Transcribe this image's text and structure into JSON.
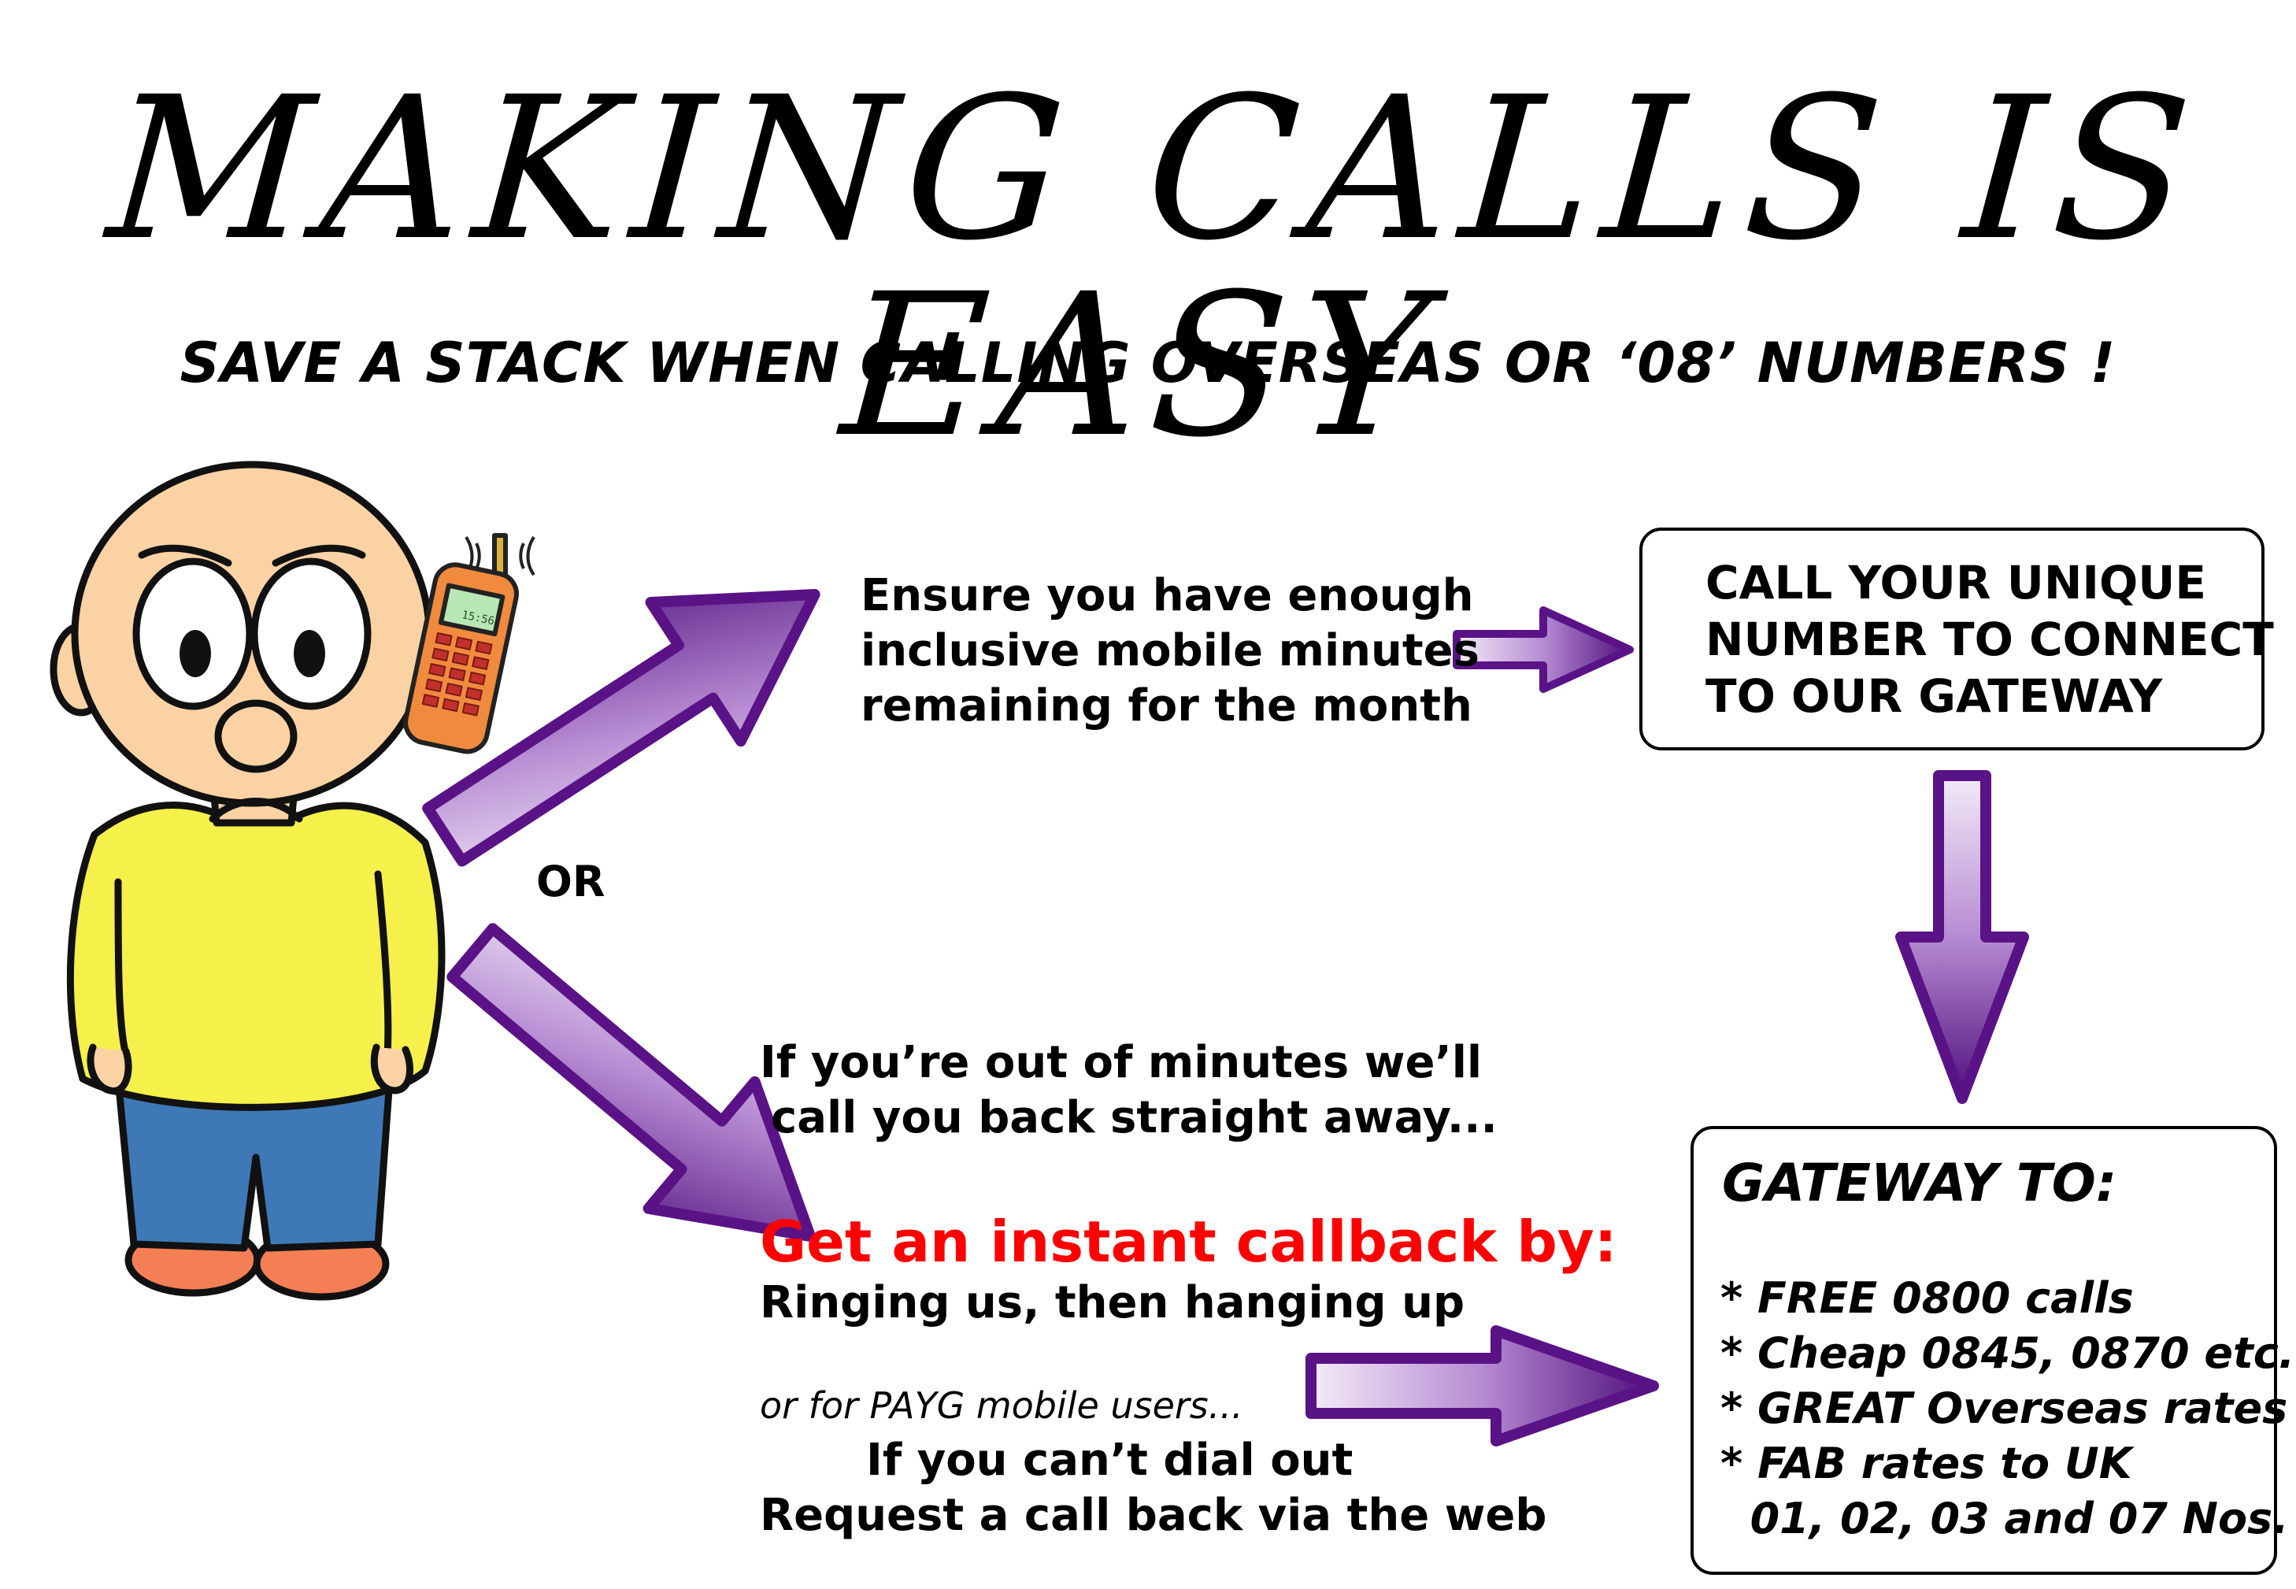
{
  "title": "MAKING CALLS IS EASY",
  "subtitle": "SAVE A STACK WHEN CALLING OVERSEAS OR ‘08’ NUMBERS !",
  "ensure_text": [
    "Ensure you have enough",
    "inclusive mobile minutes",
    "remaining for the month"
  ],
  "or_label": "OR",
  "out_of_minutes": [
    "If you’re out of minutes we’ll",
    "call you back straight away..."
  ],
  "instant_callback": "Get an instant callback by:",
  "ringing": "Ringing us, then hanging up",
  "payg_note": "or for PAYG mobile users...",
  "cant_dial": "If you can’t dial out",
  "request": "Request a call back via the web",
  "call_box": [
    "CALL YOUR UNIQUE",
    "NUMBER TO CONNECT",
    "TO OUR GATEWAY"
  ],
  "gateway": {
    "heading": "GATEWAY TO:",
    "items": [
      "* FREE 0800 calls",
      "* Cheap 0845, 0870 etc.",
      "* GREAT Overseas rates",
      "* FAB rates to UK",
      "  01, 02, 03 and 07 Nos."
    ]
  },
  "phone_display": "15:56",
  "colors": {
    "arrow_dark": "#5a1386",
    "arrow_light": "#efe4f7",
    "callback_red": "#ff0000",
    "shirt": "#f5f04a",
    "skin": "#fbd2a3",
    "jeans": "#3f78b6",
    "shoes": "#f47f54",
    "phone": "#f08a3e"
  }
}
